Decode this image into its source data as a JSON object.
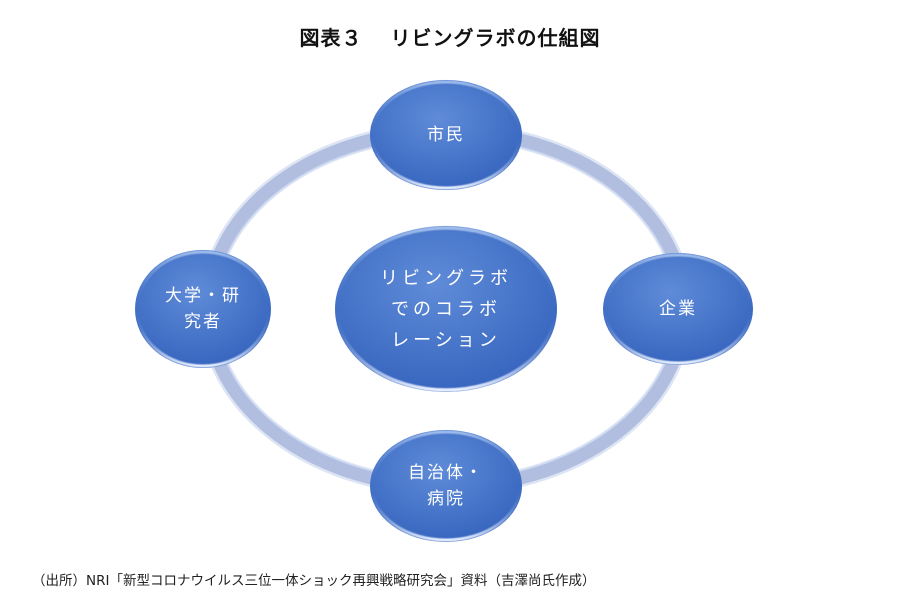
{
  "title": {
    "label": "図表３",
    "text": "リビングラボの仕組図"
  },
  "colors": {
    "node_fill": "#3d6cc4",
    "node_fill_light": "#5a87d6",
    "ring": "#b3c0e0",
    "text": "#ffffff"
  },
  "nodes": {
    "top": {
      "lines": [
        "市民"
      ]
    },
    "right": {
      "lines": [
        "企業"
      ]
    },
    "bottom": {
      "lines": [
        "自治体・",
        "病院"
      ]
    },
    "left": {
      "lines": [
        "大学・研",
        "究者"
      ]
    },
    "center": {
      "lines": [
        "リビングラボ",
        "でのコラボ",
        "レーション"
      ]
    }
  },
  "source": "（出所）NRI「新型コロナウイルス三位一体ショック再興戦略研究会」資料（吉澤尚氏作成）"
}
